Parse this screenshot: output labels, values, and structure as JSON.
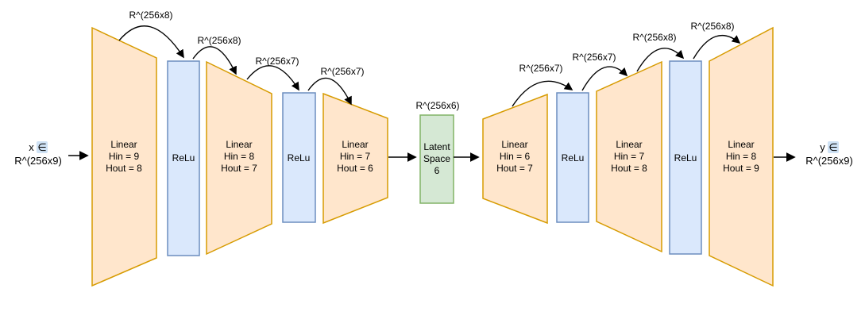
{
  "palette": {
    "linear_fill": "#FFE6CC",
    "linear_stroke": "#D79B00",
    "relu_fill": "#DAE8FC",
    "relu_stroke": "#6C8EBF",
    "latent_fill": "#D5E8D4",
    "latent_stroke": "#82B366",
    "arrow_color": "#000000"
  },
  "io": {
    "input": {
      "var": "x",
      "symbol": "∈",
      "space": "R^(256x9)"
    },
    "output": {
      "var": "y",
      "symbol": "∈",
      "space": "R^(256x9)"
    }
  },
  "encoder": {
    "linear1": {
      "line1": "Linear",
      "line2": "Hin = 9",
      "line3": "Hout = 8"
    },
    "relu1": {
      "label": "ReLu"
    },
    "linear2": {
      "line1": "Linear",
      "line2": "Hin = 8",
      "line3": "Hout = 7"
    },
    "relu2": {
      "label": "ReLu"
    },
    "linear3": {
      "line1": "Linear",
      "line2": "Hin = 7",
      "line3": "Hout = 6"
    }
  },
  "latent": {
    "annotation": "R^(256x6)",
    "line1": "Latent",
    "line2": "Space",
    "line3": "6"
  },
  "decoder": {
    "linear4": {
      "line1": "Linear",
      "line2": "Hin = 6",
      "line3": "Hout = 7"
    },
    "relu3": {
      "label": "ReLu"
    },
    "linear5": {
      "line1": "Linear",
      "line2": "Hin = 7",
      "line3": "Hout = 8"
    },
    "relu4": {
      "label": "ReLu"
    },
    "linear6": {
      "line1": "Linear",
      "line2": "Hin = 8",
      "line3": "Hout = 9"
    }
  },
  "arc_labels": {
    "enc1": "R^(256x8)",
    "enc2": "R^(256x8)",
    "enc3": "R^(256x7)",
    "enc4": "R^(256x7)",
    "dec1": "R^(256x7)",
    "dec2": "R^(256x7)",
    "dec3": "R^(256x8)",
    "dec4": "R^(256x8)"
  }
}
